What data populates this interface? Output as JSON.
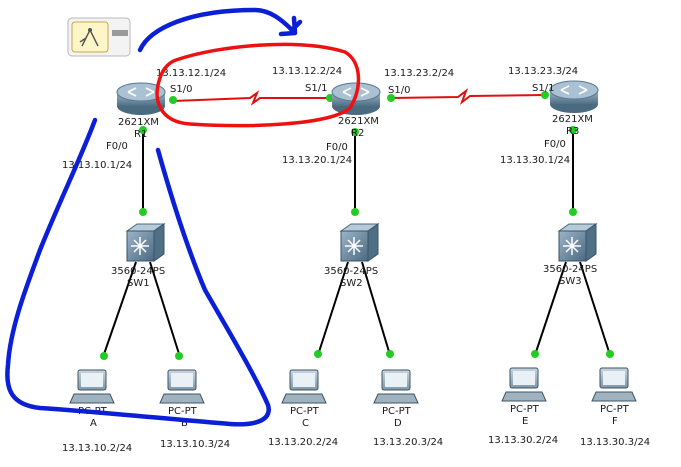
{
  "colors": {
    "serial_link": "#e01010",
    "ethernet_link": "#000000",
    "port_dot": "#22cc22",
    "annotation_red": "#ee1111",
    "annotation_blue": "#0a1fd6",
    "router_body": "#6f8fa6",
    "switch_body": "#5f7f97"
  },
  "icons": {
    "toolbar": "note-tool-icon",
    "router": "router-icon",
    "switch": "multilayer-switch-icon",
    "pc": "pc-icon"
  },
  "routers": [
    {
      "model": "2621XM",
      "name": "R1",
      "f00_label": "F0/0",
      "f00_ip": "13.13.10.1/24"
    },
    {
      "model": "2621XM",
      "name": "R2",
      "f00_label": "F0/0",
      "f00_ip": "13.13.20.1/24"
    },
    {
      "model": "2621XM",
      "name": "R3",
      "f00_label": "F0/0",
      "f00_ip": "13.13.30.1/24"
    }
  ],
  "serial": {
    "r1_port": "S1/0",
    "r1_ip": "13.13.12.1/24",
    "r2_port_left": "S1/1",
    "r2_ip_left": "13.13.12.2/24",
    "r2_port_right": "S1/0",
    "r2_ip_right": "13.13.23.2/24",
    "r3_port": "S1/1",
    "r3_ip": "13.13.23.3/24"
  },
  "switches": [
    {
      "model": "3560-24PS",
      "name": "SW1"
    },
    {
      "model": "3560-24PS",
      "name": "SW2"
    },
    {
      "model": "3560-24PS",
      "name": "SW3"
    }
  ],
  "pcs": [
    {
      "type": "PC-PT",
      "name": "A",
      "ip": "13.13.10.2/24"
    },
    {
      "type": "PC-PT",
      "name": "B",
      "ip": "13.13.10.3/24"
    },
    {
      "type": "PC-PT",
      "name": "C",
      "ip": "13.13.20.2/24"
    },
    {
      "type": "PC-PT",
      "name": "D",
      "ip": "13.13.20.3/24"
    },
    {
      "type": "PC-PT",
      "name": "E",
      "ip": "13.13.30.2/24"
    },
    {
      "type": "PC-PT",
      "name": "F",
      "ip": "13.13.30.3/24"
    }
  ]
}
